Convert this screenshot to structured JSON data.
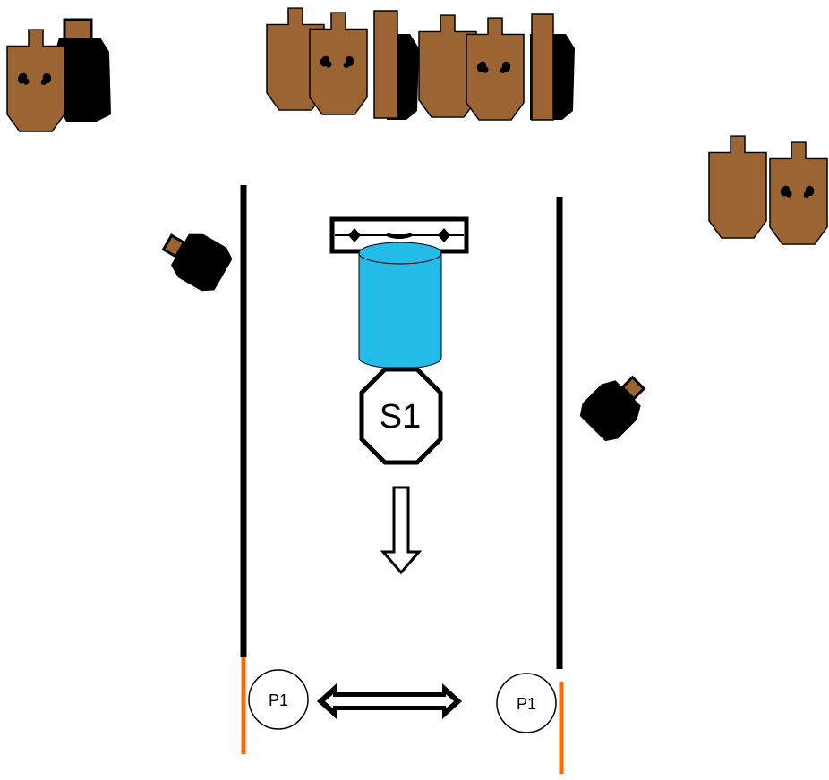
{
  "diagram": {
    "start_marker_label": "S1",
    "position_labels": [
      "P1",
      "P1"
    ],
    "colors": {
      "target_tan": "#9b6433",
      "no_shoot_black": "#000000",
      "barrel_blue": "#23bce9",
      "fault_line_orange": "#ff6a00",
      "wall_black": "#000000",
      "background": "#ffffff"
    },
    "icons": [
      "target-icon",
      "no-shoot-target-icon",
      "barrel-icon",
      "stop-sign-icon",
      "arrow-down-icon",
      "double-arrow-icon"
    ]
  }
}
